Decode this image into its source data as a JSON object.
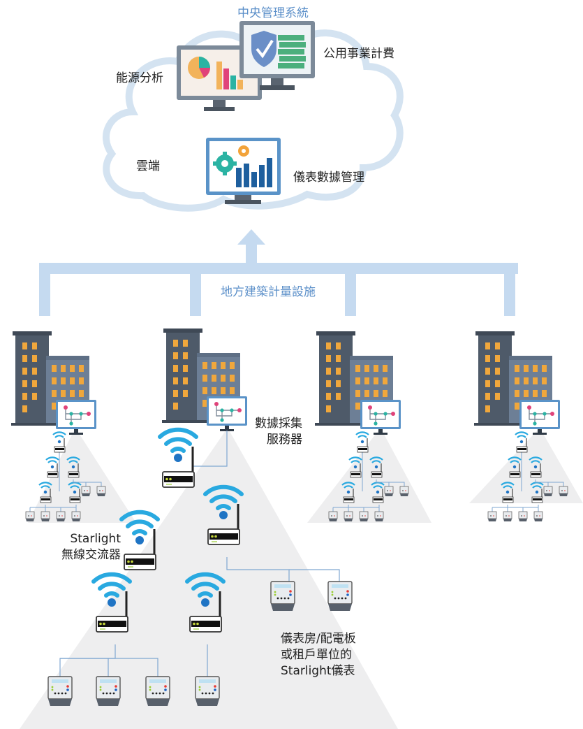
{
  "labels": {
    "central_system": "中央管理系統",
    "utility_billing": "公用事業計費",
    "energy_analysis": "能源分析",
    "cloud": "雲端",
    "meter_data_mgmt": "儀表數據管理",
    "local_metering": "地方建築計量設施",
    "data_server_line1": "數據採集",
    "data_server_line2": "服務器",
    "router_line1": "Starlight",
    "router_line2": "無線交流器",
    "meter_line1": "儀表房/配電板",
    "meter_line2": "或租戶單位的",
    "meter_line3": "Starlight儀表"
  },
  "colors": {
    "label_blue": "#5b8fc9",
    "cloud_stroke": "#d4e3f1",
    "connector": "#c5daf0",
    "building_dark": "#4e5a69",
    "building_window": "#f0a73c",
    "monitor_frame": "#5a93c8",
    "wifi": "#29a9e0",
    "beam": "#eeeeef",
    "meter_body": "#e9ecef"
  },
  "icons": {
    "energy_monitor": "pie-bar-chart-monitor-icon",
    "billing_monitor": "shield-money-monitor-icon",
    "meter_data_monitor": "gears-bar-chart-monitor-icon",
    "building": "building-icon",
    "server": "network-diagram-monitor-icon",
    "router": "wifi-router-icon",
    "meter": "smart-meter-icon"
  }
}
